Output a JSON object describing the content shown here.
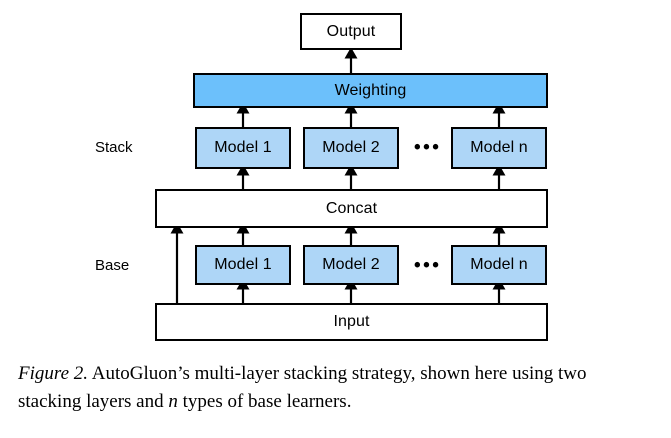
{
  "figure": {
    "diagram_type": "flowchart",
    "colors": {
      "box_fill_white": "#FFFFFF",
      "box_fill_light_blue": "#AED6F7",
      "box_fill_medium_blue": "#6CC0FB",
      "stroke": "#000000",
      "background": "#FFFFFF"
    },
    "nodes": {
      "output": "Output",
      "weighting": "Weighting",
      "concat": "Concat",
      "input": "Input",
      "stack_models": [
        "Model 1",
        "Model 2",
        "Model n"
      ],
      "base_models": [
        "Model 1",
        "Model 2",
        "Model n"
      ],
      "ellipsis": "•••"
    },
    "row_labels": {
      "stack": "Stack",
      "base": "Base"
    }
  },
  "caption": {
    "figure_number": "Figure 2.",
    "text_before_var": " AutoGluon’s multi-layer stacking strategy, shown here using two stacking layers and ",
    "variable": "n",
    "text_after_var": " types of base learners."
  }
}
